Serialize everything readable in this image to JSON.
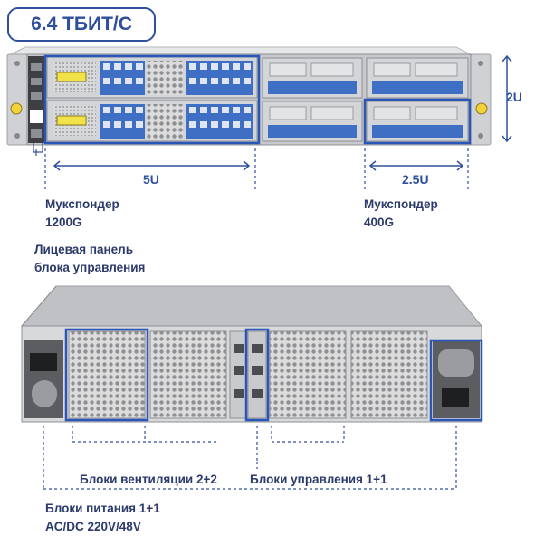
{
  "badge": "6.4 ТБИТ/С",
  "front": {
    "height_label": "2U",
    "width_5u_label": "5U",
    "width_25u_label": "2.5U",
    "muxponder_1200": [
      "Мукспондер",
      "1200G"
    ],
    "muxponder_400": [
      "Мукспондер",
      "400G"
    ],
    "control_panel": [
      "Лицевая панель",
      "блока управления"
    ]
  },
  "rear": {
    "fans_label": "Блоки вентиляции 2+2",
    "control_label": "Блоки управления 1+1",
    "power_label": [
      "Блоки питания 1+1",
      "AC/DC 220V/48V"
    ]
  },
  "colors": {
    "accent": "#2f4f9e",
    "highlight": "#2a56b8",
    "chassis": "#c9cbce",
    "dark": "#4a4c50"
  }
}
